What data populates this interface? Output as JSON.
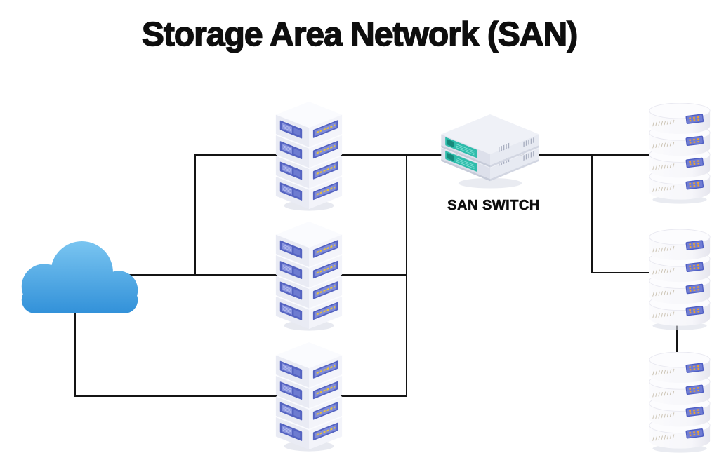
{
  "title": "Storage Area Network (SAN)",
  "switch_label": "SAN SWITCH",
  "nodes": {
    "cloud": "cloud",
    "servers": [
      "server-stack-1",
      "server-stack-2",
      "server-stack-3"
    ],
    "san_switch": "san-switch",
    "storage_arrays": [
      "storage-array-1",
      "storage-array-2",
      "storage-array-3"
    ]
  },
  "colors": {
    "background": "#ffffff",
    "connector": "#141414",
    "title_text": "#0e0e0e",
    "cloud_top": "#7ec8f2",
    "cloud_bottom": "#2f8fd8",
    "server_panel_blue": "#5463c1",
    "server_led_yellow": "#e9c33f",
    "switch_panel_teal": "#2fbcab",
    "switch_panel_dark": "#15897b",
    "storage_panel_blue": "#4f5ec2",
    "storage_led_orange": "#f0a42c",
    "device_body": "#eff1f7"
  }
}
